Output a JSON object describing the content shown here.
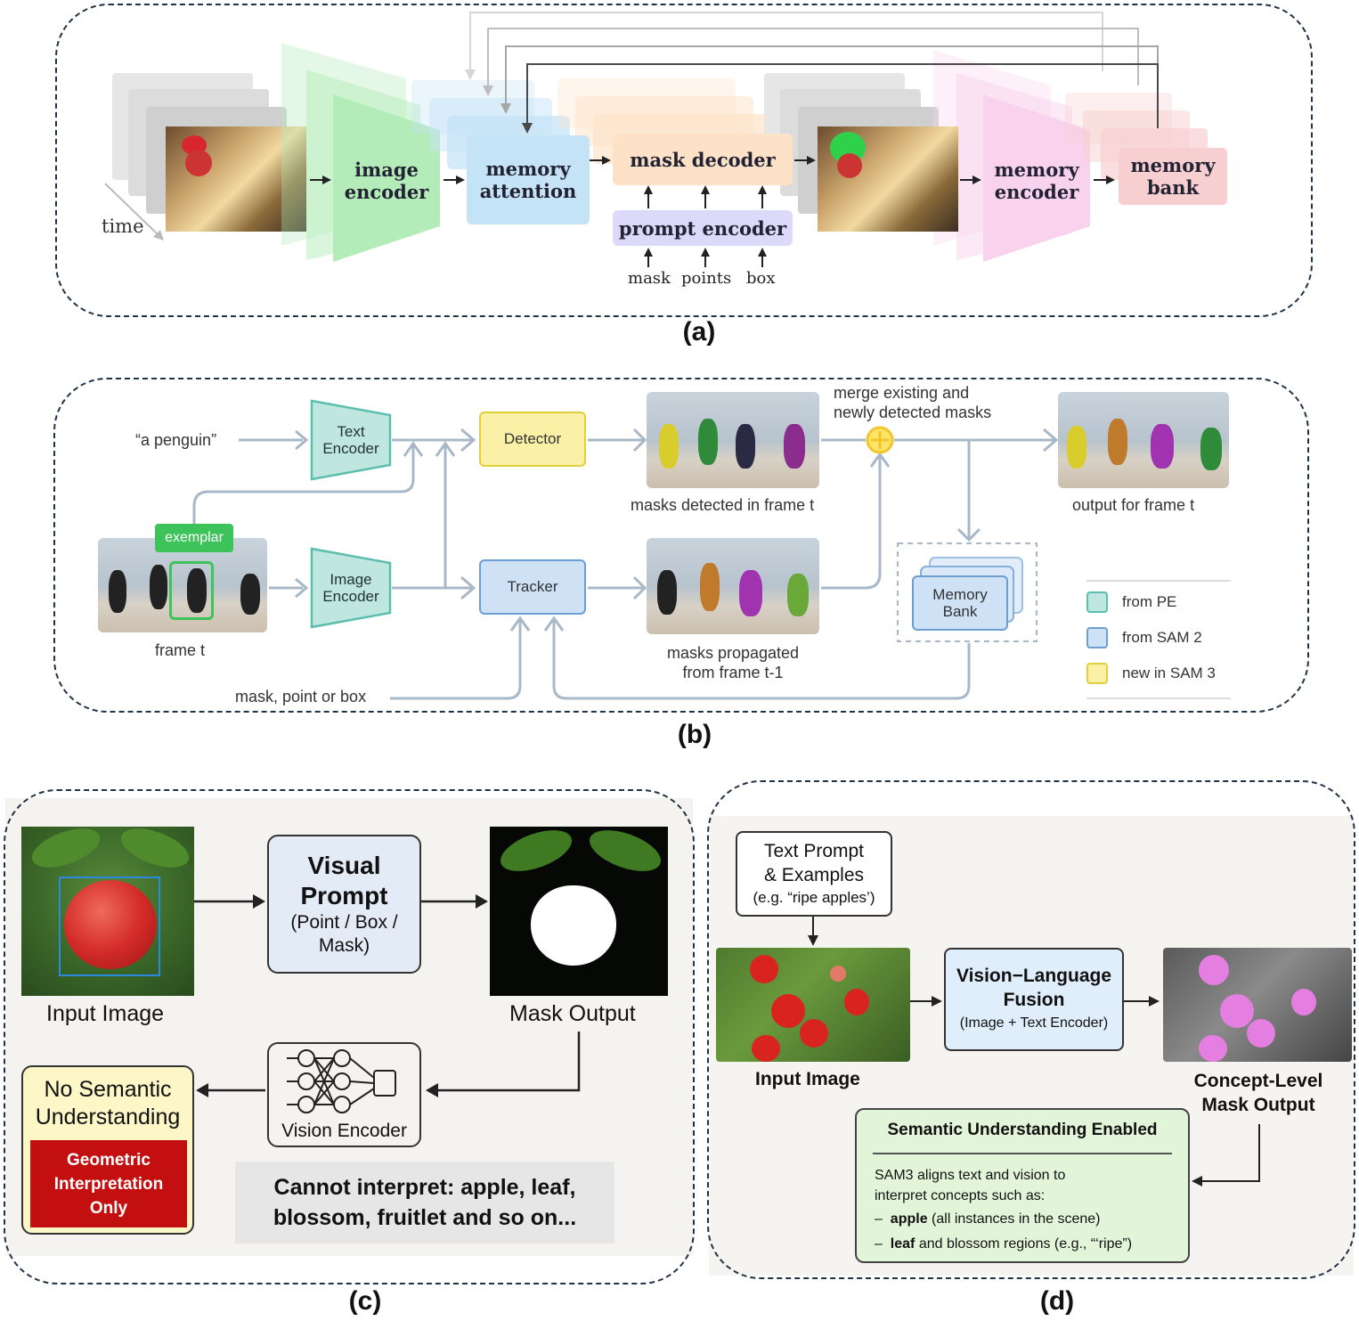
{
  "panel_a": {
    "caption": "(a)",
    "time": "time",
    "image_encoder": [
      "image",
      "encoder"
    ],
    "memory_attention": [
      "memory",
      "attention"
    ],
    "mask_decoder": "mask decoder",
    "prompt_encoder": "prompt encoder",
    "prompt_inputs": [
      "mask",
      "points",
      "box"
    ],
    "memory_encoder": [
      "memory",
      "encoder"
    ],
    "memory_bank": [
      "memory",
      "bank"
    ]
  },
  "panel_b": {
    "caption": "(b)",
    "text_prompt": "“a penguin”",
    "text_encoder": [
      "Text",
      "Encoder"
    ],
    "image_encoder": [
      "Image",
      "Encoder"
    ],
    "detector": "Detector",
    "tracker": "Tracker",
    "exemplar": "exemplar",
    "frame_t": "frame t",
    "masks_detected": "masks detected in frame t",
    "masks_propagated": [
      "masks propagated",
      "from frame t-1"
    ],
    "merge_note": [
      "merge existing and",
      "newly detected masks"
    ],
    "output": "output for frame t",
    "memory_bank": [
      "Memory",
      "Bank"
    ],
    "mask_point_box": "mask, point or box",
    "legend": [
      {
        "label": "from PE",
        "color": "#bfe7df",
        "border": "#5bbfae"
      },
      {
        "label": "from SAM 2",
        "color": "#cfe1f5",
        "border": "#6c9fd1"
      },
      {
        "label": "new in SAM 3",
        "color": "#fbf1a6",
        "border": "#e3cf3b"
      }
    ]
  },
  "panel_c": {
    "caption": "(c)",
    "input_image": "Input Image",
    "visual_prompt_title": [
      "Visual",
      "Prompt"
    ],
    "visual_prompt_sub": [
      "(Point / Box /",
      "Mask)"
    ],
    "mask_output": "Mask Output",
    "vision_encoder": "Vision Encoder",
    "no_semantic": [
      "No Semantic",
      "Understanding"
    ],
    "geometric": [
      "Geometric",
      "Interpretation",
      "Only"
    ],
    "cannot": [
      "Cannot interpret: apple, leaf,",
      "blossom, fruitlet and so on..."
    ]
  },
  "panel_d": {
    "caption": "(d)",
    "text_prompt": [
      "Text Prompt",
      "& Examples",
      "(e.g. “ripe apples’)"
    ],
    "input_image": "Input Image",
    "fusion_title": [
      "Vision−Language",
      "Fusion"
    ],
    "fusion_sub": "(Image + Text Encoder)",
    "concept_output": [
      "Concept-Level",
      "Mask Output"
    ],
    "semantic_title": "Semantic Understanding Enabled",
    "semantic_body": [
      "SAM3 aligns text and vision to",
      "interpret concepts such as:"
    ],
    "bullets": [
      {
        "bold": "apple",
        "rest": " (all instances in the scene)"
      },
      {
        "bold": "leaf",
        "rest": " and blossom regions (e.g., “‘ripe”)"
      }
    ]
  },
  "colors": {
    "green": "#b4ecb9",
    "blue": "#c5e3f7",
    "orange": "#fde2c8",
    "purple": "#dcd9fb",
    "pink": "#f9d3ee",
    "rose": "#f8cfd0",
    "dash": "#1f3347"
  }
}
